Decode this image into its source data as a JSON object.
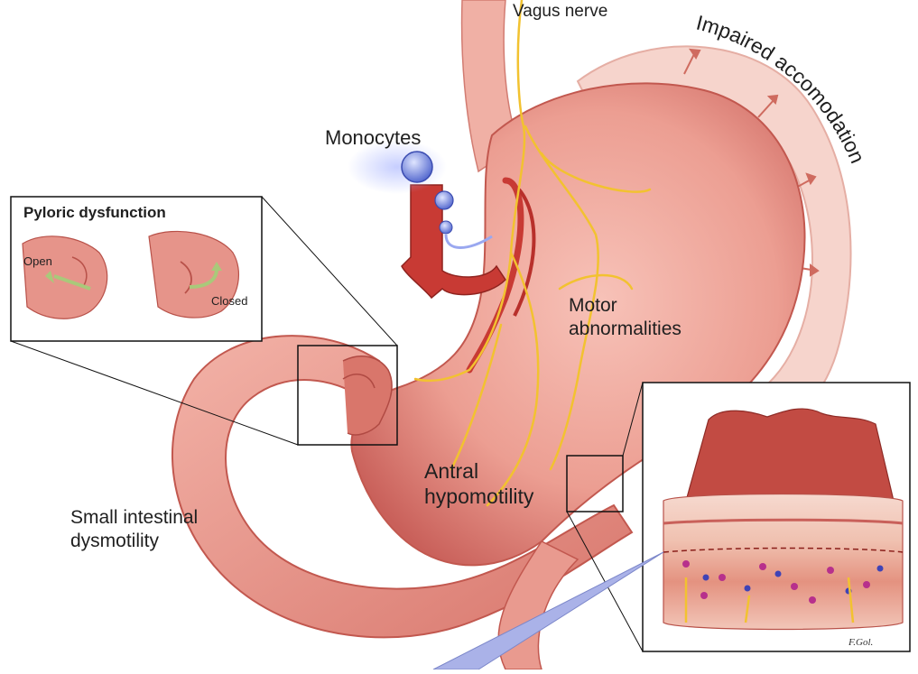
{
  "labels": {
    "vagus_nerve": "Vagus nerve",
    "impaired_accomodation": "Impaired accomodation",
    "monocytes": "Monocytes",
    "motor_line1": "Motor",
    "motor_line2": "abnormalities",
    "antral_line1": "Antral",
    "antral_line2": "hypomotility",
    "small_line1": "Small intestinal",
    "small_line2": "dysmotility"
  },
  "inset_pyloric": {
    "title": "Pyloric dysfunction",
    "open_label": "Open",
    "closed_label": "Closed"
  },
  "signature": "F.Gol.",
  "colors": {
    "tissue": "#e9a49a",
    "tissue_dark": "#c75a52",
    "vessel": "#c83a34",
    "nerve": "#f2c230",
    "monocyte": "#5b6fd6",
    "arrow": "#cf6b5f",
    "band": "#f4cfc8"
  }
}
